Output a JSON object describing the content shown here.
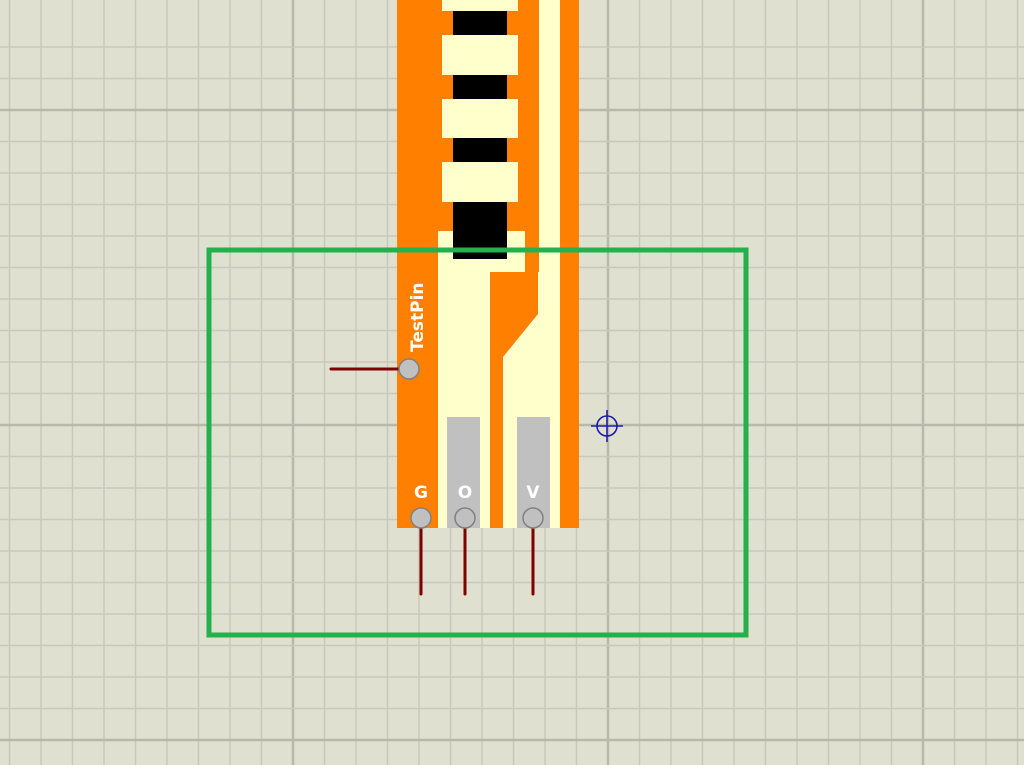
{
  "canvas": {
    "background": "#e0e0d0",
    "grid_minor": "#c8c8bc",
    "grid_major": "#b8b8ac"
  },
  "component": {
    "body_color": "#ff8000",
    "trace_color": "#ffffcc",
    "pad_color": "#c0c0c0",
    "pins": [
      {
        "label": "TestPin"
      },
      {
        "label": "G"
      },
      {
        "label": "O"
      },
      {
        "label": "V"
      }
    ],
    "wire_color": "#800000"
  },
  "selection": {
    "color": "#22b14c"
  },
  "origin_marker": {
    "icon": "crosshair-icon",
    "color": "#1a1aaa"
  }
}
